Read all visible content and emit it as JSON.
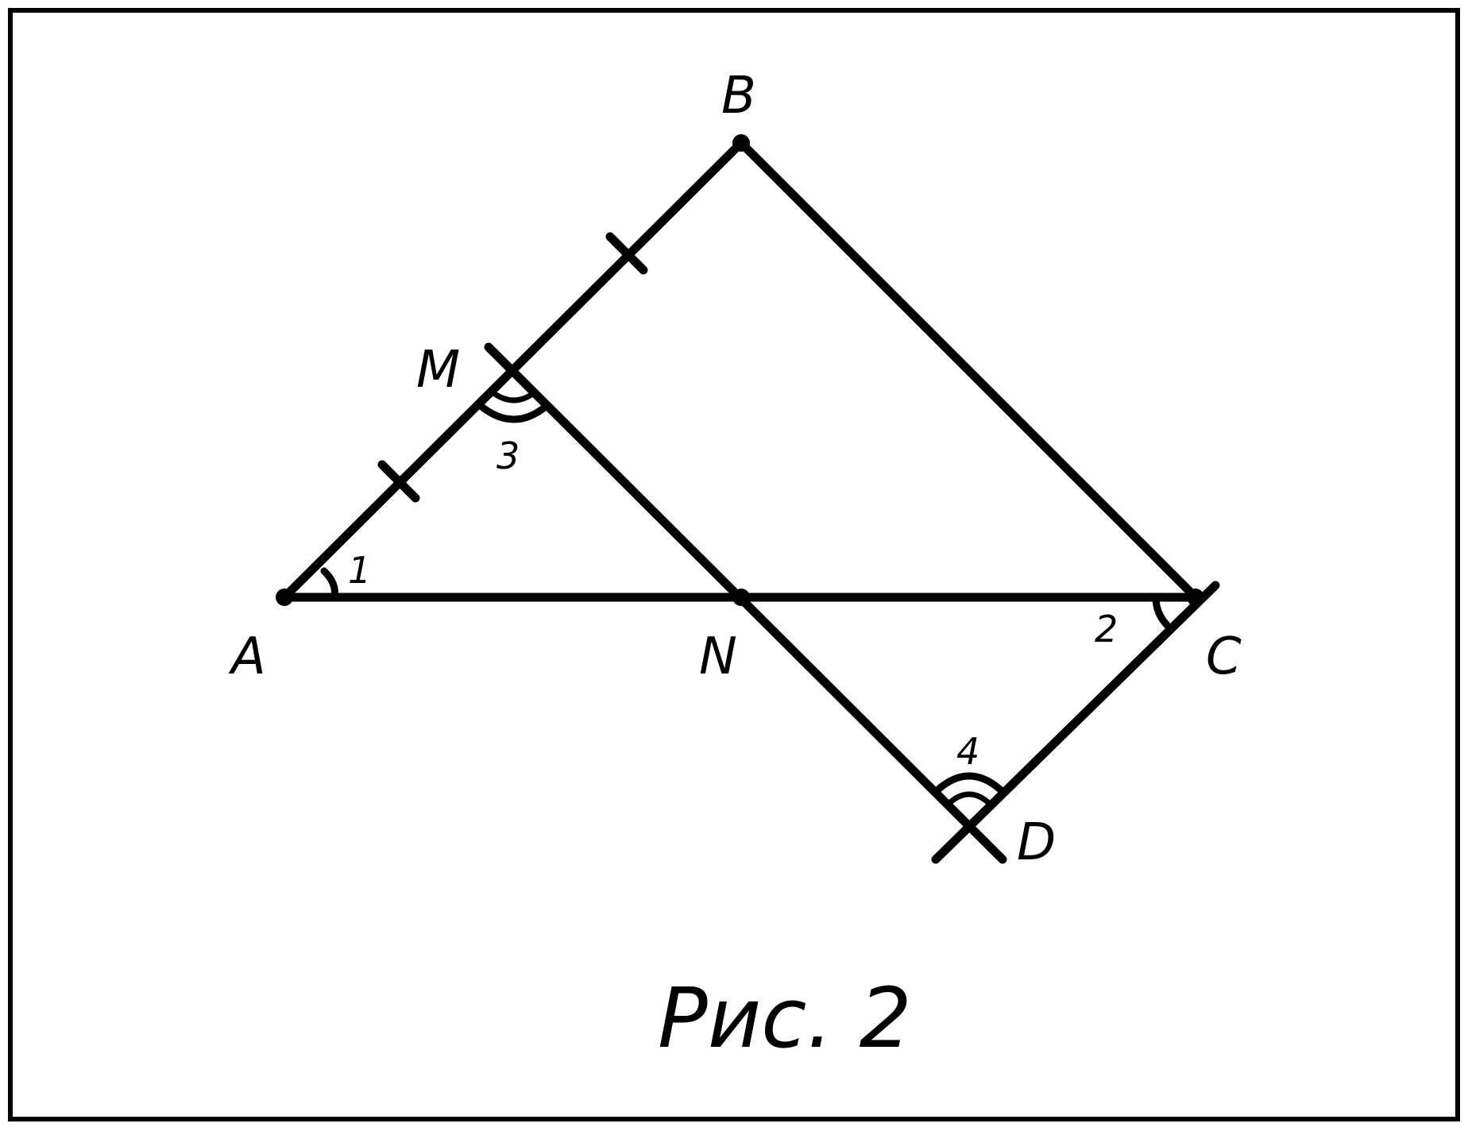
{
  "figure": {
    "caption": "Рис. 2",
    "points": {
      "A": "A",
      "B": "B",
      "C": "C",
      "D": "D",
      "M": "M",
      "N": "N"
    },
    "angles": {
      "a1": "1",
      "a2": "2",
      "a3": "3",
      "a4": "4"
    },
    "colors": {
      "stroke": "#000000",
      "background": "#ffffff"
    }
  }
}
